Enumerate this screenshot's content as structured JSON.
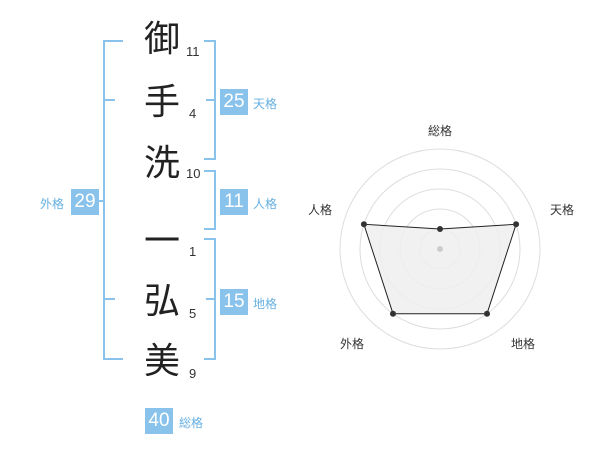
{
  "name": {
    "chars": [
      {
        "char": "御",
        "strokes": "11"
      },
      {
        "char": "手",
        "strokes": "4"
      },
      {
        "char": "洗",
        "strokes": "10"
      },
      {
        "char": "一",
        "strokes": "1"
      },
      {
        "char": "弘",
        "strokes": "5"
      },
      {
        "char": "美",
        "strokes": "9"
      }
    ]
  },
  "kakusu": {
    "tenkaku": {
      "value": "25",
      "label": "天格"
    },
    "jinkaku": {
      "value": "11",
      "label": "人格"
    },
    "chikaku": {
      "value": "15",
      "label": "地格"
    },
    "gaikaku": {
      "value": "29",
      "label": "外格"
    },
    "soukaku": {
      "value": "40",
      "label": "総格"
    }
  },
  "radar": {
    "labels": {
      "soukaku": "総格",
      "tenkaku": "天格",
      "chikaku": "地格",
      "gaikaku": "外格",
      "jinkaku": "人格"
    },
    "rings": 5,
    "max": 5,
    "levels": {
      "soukaku": 1,
      "tenkaku": 4,
      "chikaku": 4,
      "gaikaku": 4,
      "jinkaku": 4
    }
  },
  "colors": {
    "accent": "#89c3eb",
    "label": "#66b0e0",
    "radar_fill": "#eeeeee",
    "radar_line": "#222222"
  }
}
